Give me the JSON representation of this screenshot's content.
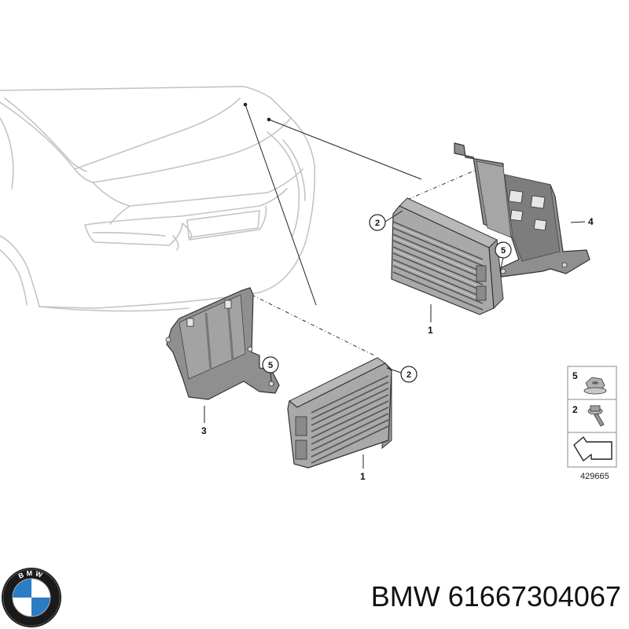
{
  "diagram": {
    "part_labels": {
      "module_upper": "1",
      "module_lower": "1",
      "bracket_lower": "3",
      "bracket_upper": "4"
    },
    "callouts": {
      "screw_upper": "2",
      "screw_lower": "2",
      "nut_upper": "5",
      "nut_lower": "5"
    },
    "legend": {
      "nut_number": "5",
      "screw_number": "2"
    },
    "reference_number": "429665"
  },
  "brand": {
    "logo_text": "BMW",
    "caption": "BMW 61667304067"
  }
}
